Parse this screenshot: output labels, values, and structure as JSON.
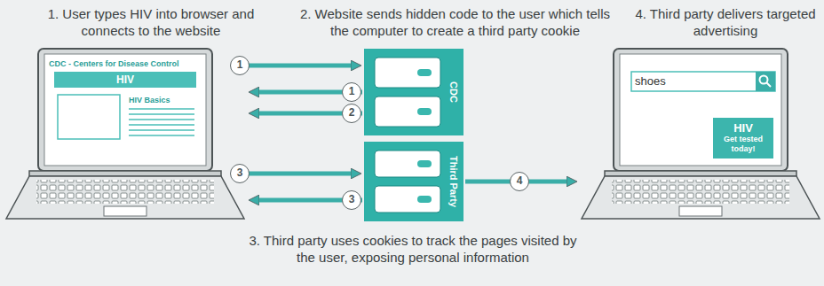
{
  "diagram": {
    "nodes": [
      {
        "text": [
          "CDC - Centers for Disease Control",
          "HIV",
          "HIV Basics"
        ]
      },
      {
        "text": [
          "CDC"
        ]
      },
      {
        "text": [
          "Third Party"
        ]
      },
      {
        "text": [
          "shoes"
        ]
      },
      {
        "text": [
          "HIV",
          "Get tested today!"
        ],
        "in": 3
      }
    ],
    "edges": [
      {
        "from": 0,
        "to": 1,
        "arrow": "to",
        "label": "1"
      },
      {
        "from": 1,
        "to": 0,
        "arrow": "to",
        "label": "1"
      },
      {
        "from": 1,
        "to": 0,
        "arrow": "to",
        "label": "2"
      },
      {
        "from": 0,
        "to": 2,
        "arrow": "to",
        "label": "3"
      },
      {
        "from": 2,
        "to": 0,
        "arrow": "to",
        "label": "3"
      },
      {
        "from": 2,
        "to": 3,
        "arrow": "to",
        "label": "4"
      }
    ],
    "labels": [
      "1. User types HIV into browser and connects to the website",
      "2. Website sends hidden code to the user which tells the computer to create a third party cookie",
      "4. Third party delivers targeted advertising",
      "3. Third party uses cookies to track the pages visited by the user, exposing personal information"
    ]
  }
}
